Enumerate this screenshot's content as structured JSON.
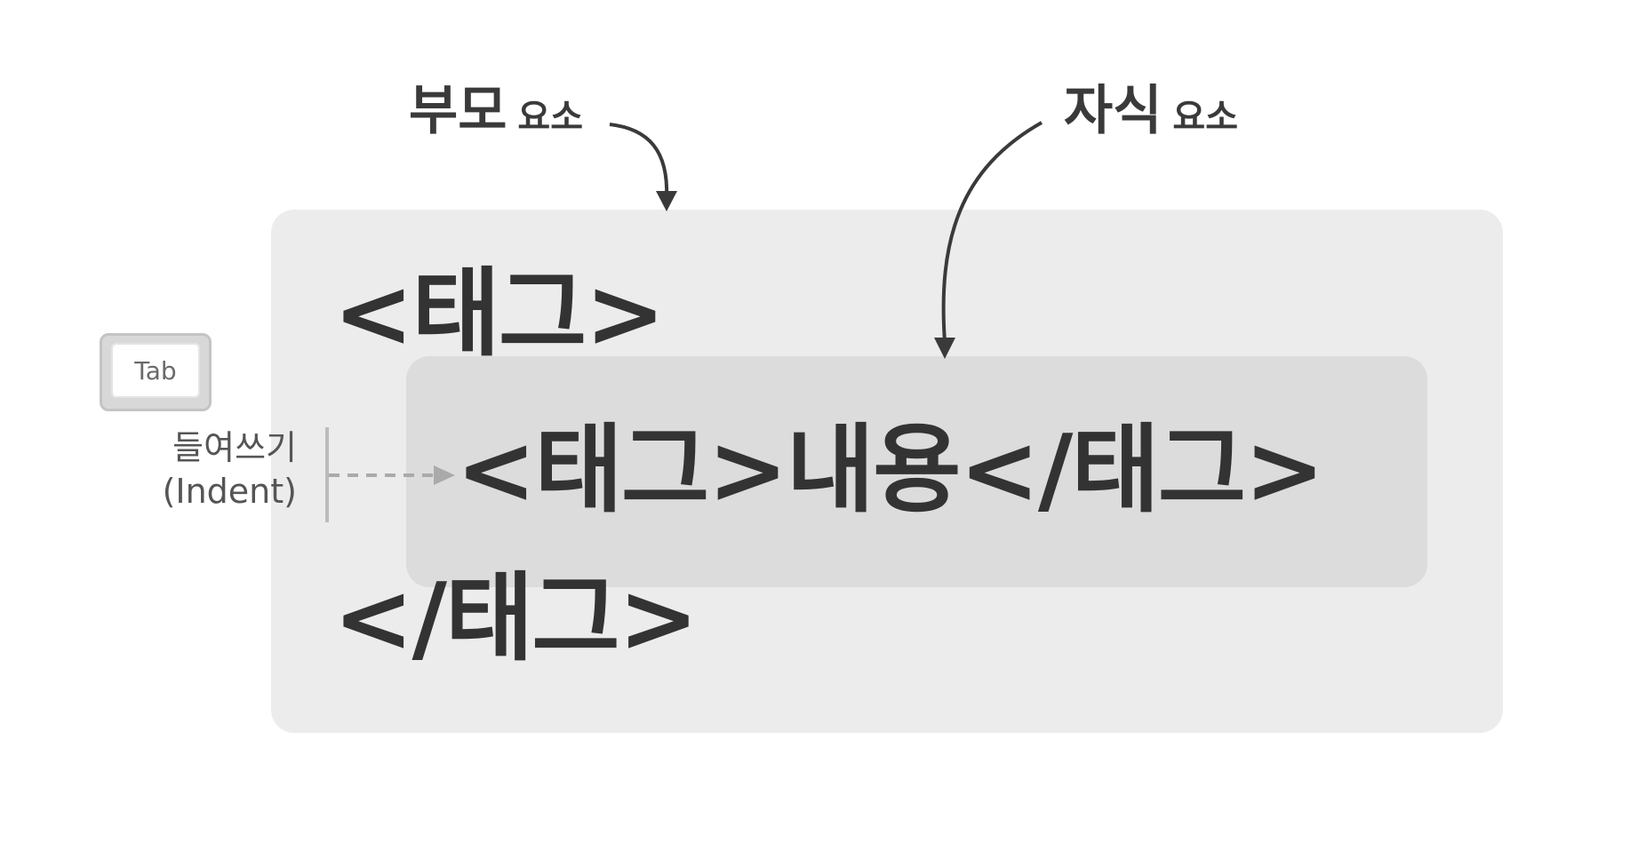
{
  "parent_label": {
    "main": "부모",
    "sub": "요소"
  },
  "child_label": {
    "main": "자식",
    "sub": "요소"
  },
  "code": {
    "open_tag": "<태그>",
    "child_line": "<태그>내용</태그>",
    "close_tag": "</태그>"
  },
  "tab_key": {
    "label": "Tab",
    "icon": "tab-key-icon"
  },
  "indent": {
    "line1": "들여쓰기",
    "line2": "(Indent)"
  },
  "colors": {
    "outer_box": "#ececec",
    "inner_box": "#dcdcdc",
    "text": "#333333",
    "arrow": "#3a3a3a",
    "indent_arrow": "#aaaaaa"
  }
}
